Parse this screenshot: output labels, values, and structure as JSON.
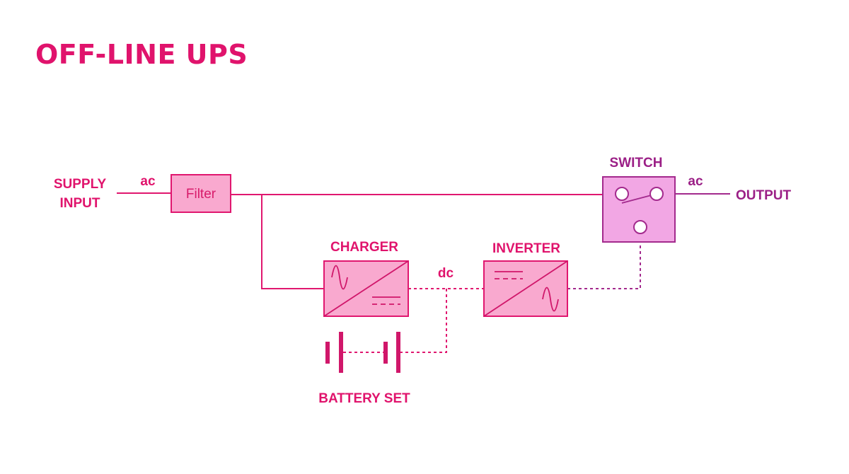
{
  "title": "OFF-LINE UPS",
  "labels": {
    "supply_input_line1": "SUPPLY",
    "supply_input_line2": "INPUT",
    "ac_in": "ac",
    "filter": "Filter",
    "charger": "CHARGER",
    "dc": "dc",
    "inverter": "INVERTER",
    "switch": "SWITCH",
    "ac_out": "ac",
    "output": "OUTPUT",
    "battery_set": "BATTERY SET"
  },
  "colors": {
    "pink_accent": "#e0136c",
    "purple_accent": "#9b1f86",
    "pink_block_fill": "#f9a9cf",
    "purple_block_fill": "#f2a7e4"
  }
}
